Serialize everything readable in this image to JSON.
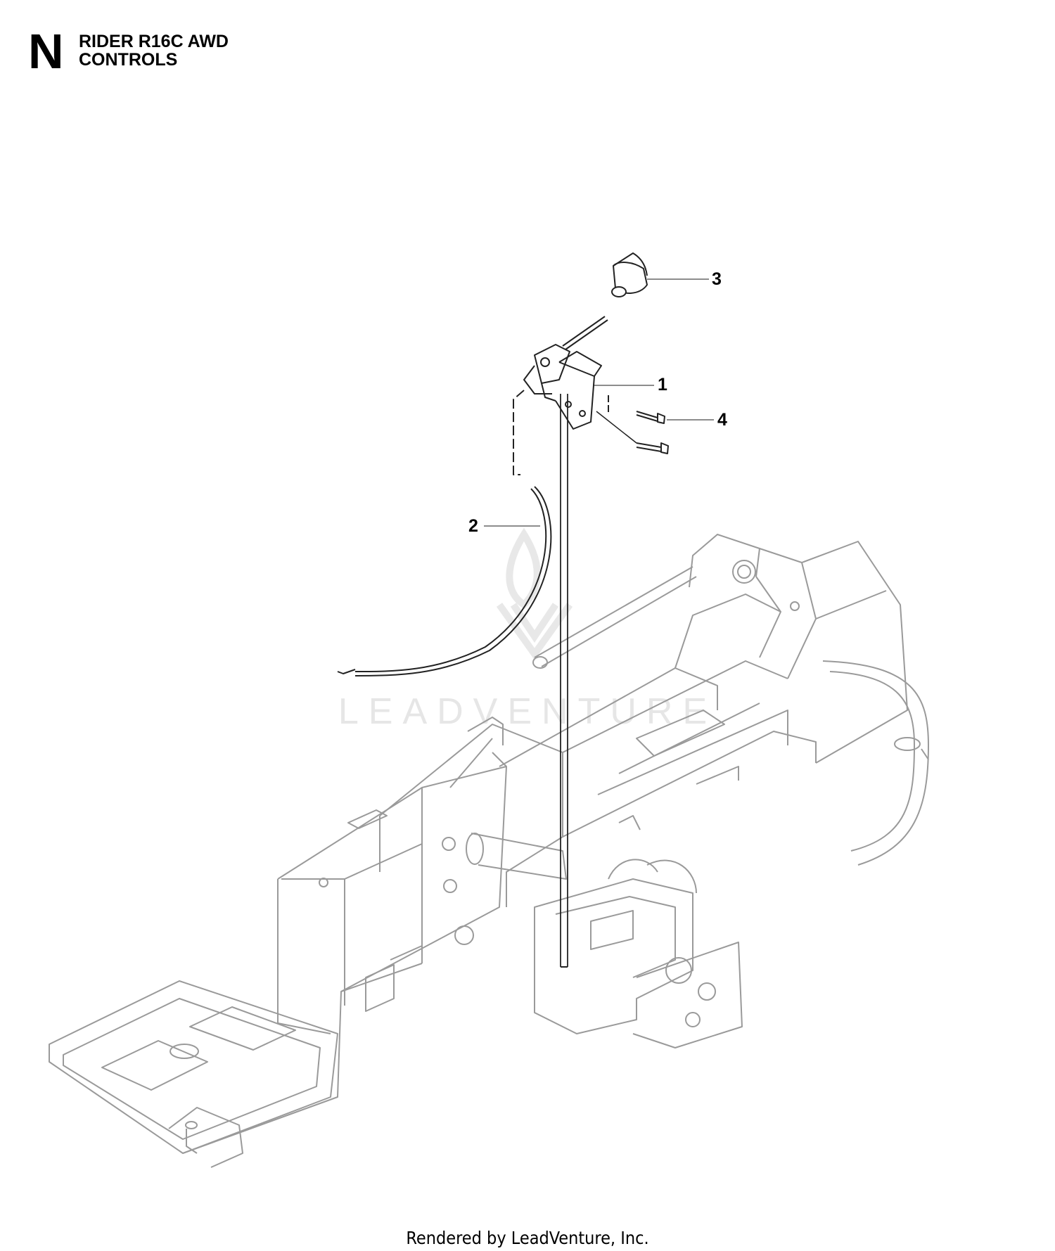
{
  "header": {
    "section_letter": "N",
    "model": "RIDER R16C AWD",
    "group": "CONTROLS"
  },
  "callouts": [
    "1",
    "2",
    "3",
    "4"
  ],
  "watermark": {
    "text": "LEADVENTURE"
  },
  "footer": {
    "text": "Rendered by LeadVenture, Inc."
  },
  "colors": {
    "line": "#222222",
    "frame": "#9a9a9a",
    "watermark": "#e6e6e6"
  }
}
